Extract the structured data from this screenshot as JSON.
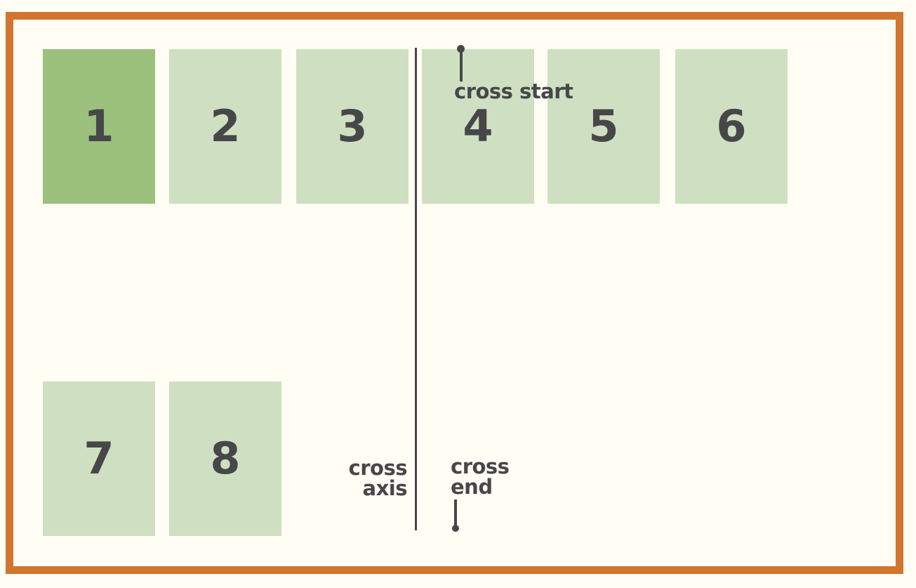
{
  "diagram": {
    "type": "flexbox-cross-axis-illustration",
    "colors": {
      "frame": "#d1752f",
      "item": "#cee0c1",
      "item_first": "#9bc17d",
      "background": "#fffdf4",
      "ink": "#47474a"
    },
    "items": [
      {
        "label": "1"
      },
      {
        "label": "2"
      },
      {
        "label": "3"
      },
      {
        "label": "4"
      },
      {
        "label": "5"
      },
      {
        "label": "6"
      },
      {
        "label": "7"
      },
      {
        "label": "8"
      }
    ],
    "labels": {
      "cross_start": {
        "text": "cross start"
      },
      "cross_axis": {
        "line1": "cross",
        "line2": "axis"
      },
      "cross_end": {
        "line1": "cross",
        "line2": "end"
      }
    }
  }
}
